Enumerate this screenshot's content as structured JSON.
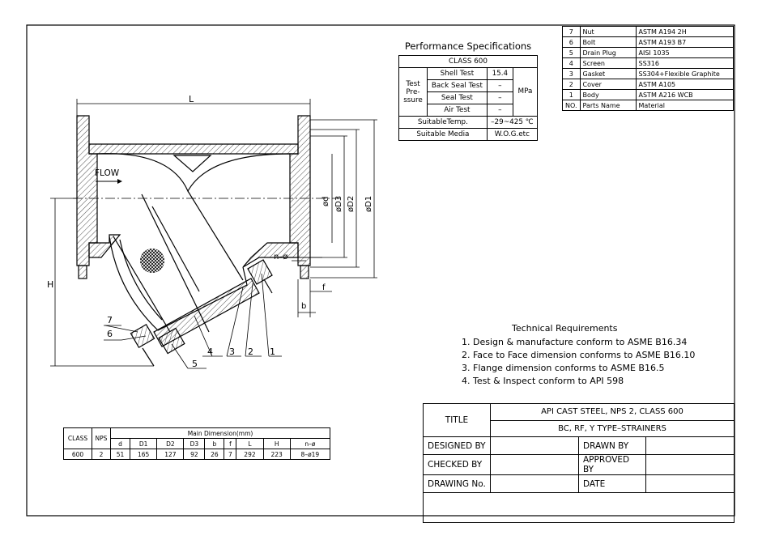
{
  "performance": {
    "title": "Performance Specifications",
    "class_label": "CLASS 600",
    "test_label": "Test Pre- ssure",
    "tests": [
      {
        "name": "Shell Test",
        "value": "15.4"
      },
      {
        "name": "Back Seal Test",
        "value": "–"
      },
      {
        "name": "Seal Test",
        "value": "–"
      },
      {
        "name": "Air Test",
        "value": "–"
      }
    ],
    "unit": "MPa",
    "temp_label": "SuitableTemp.",
    "temp_value": "–29~425 ℃",
    "media_label": "Suitable Media",
    "media_value": "W.O.G.etc"
  },
  "parts": {
    "rows": [
      {
        "no": "7",
        "name": "Nut",
        "material": "ASTM A194 2H"
      },
      {
        "no": "6",
        "name": "Bolt",
        "material": "ASTM A193 B7"
      },
      {
        "no": "5",
        "name": "Drain Plug",
        "material": "AISI 1035"
      },
      {
        "no": "4",
        "name": "Screen",
        "material": "SS316"
      },
      {
        "no": "3",
        "name": "Gasket",
        "material": "SS304+Flexible Graphite"
      },
      {
        "no": "2",
        "name": "Cover",
        "material": "ASTM A105"
      },
      {
        "no": "1",
        "name": "Body",
        "material": "ASTM A216 WCB"
      }
    ],
    "header": {
      "no": "NO.",
      "name": "Parts Name",
      "material": "Material"
    }
  },
  "drawing_labels": {
    "L": "L",
    "H": "H",
    "flow": "FLOW",
    "d": "ød",
    "D3": "øD3",
    "D2": "øD2",
    "D1": "øD1",
    "n": "n–ø",
    "f": "f",
    "b": "b",
    "callouts": [
      "1",
      "2",
      "3",
      "4",
      "5",
      "6",
      "7"
    ]
  },
  "technical": {
    "title": "Technical Requirements",
    "items": [
      "1. Design & manufacture conform to ASME B16.34",
      "2. Face to Face dimension conforms to ASME B16.10",
      "3. Flange dimension conforms to ASME B16.5",
      "4. Test & Inspect conform to API 598"
    ]
  },
  "dimensions": {
    "class_header": "CLASS",
    "nps_header": "NPS",
    "main_header": "Main Dimension(mm)",
    "columns": [
      "d",
      "D1",
      "D2",
      "D3",
      "b",
      "f",
      "L",
      "H",
      "n–ø"
    ],
    "row": {
      "class": "600",
      "nps": "2",
      "values": [
        "51",
        "165",
        "127",
        "92",
        "26",
        "7",
        "292",
        "223",
        "8–ø19"
      ]
    }
  },
  "title_block": {
    "title_label": "TITLE",
    "title_line1": "API CAST STEEL, NPS 2, CLASS 600",
    "title_line2": "BC, RF, Y TYPE–STRAINERS",
    "designed_by": "DESIGNED BY",
    "drawn_by": "DRAWN BY",
    "checked_by": "CHECKED  BY",
    "approved_by": "APPROVED BY",
    "drawing_no": "DRAWING No.",
    "date": "DATE"
  }
}
